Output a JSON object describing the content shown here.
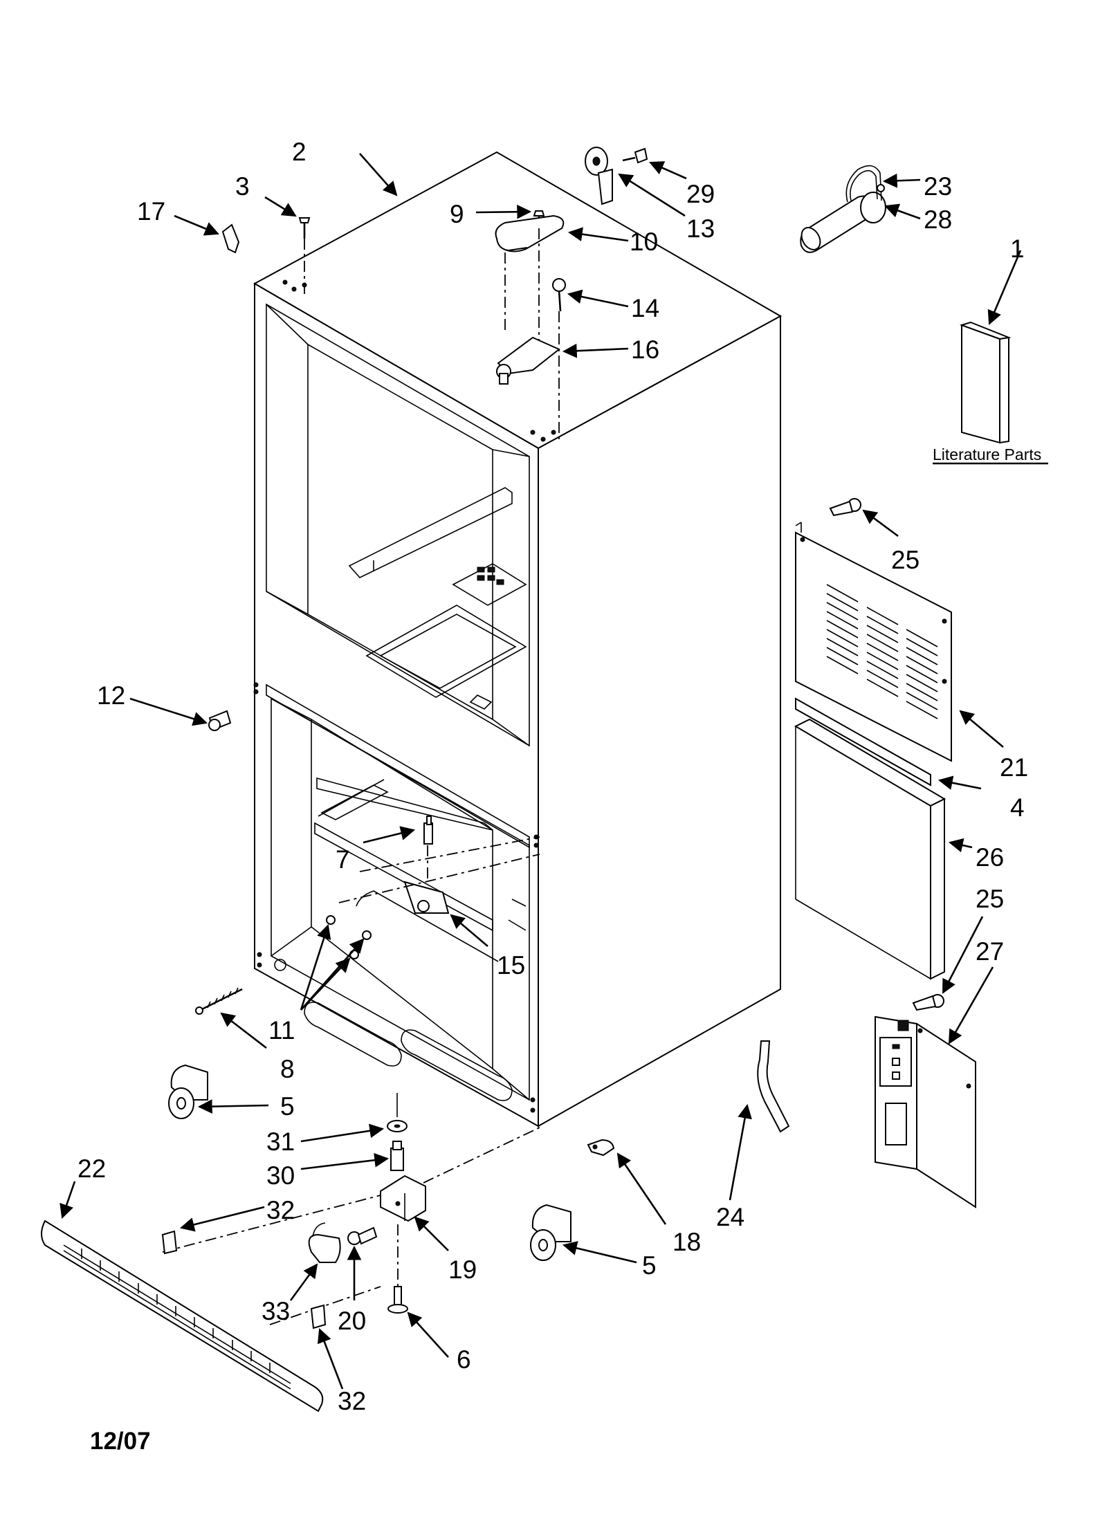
{
  "labels": {
    "l1": "1",
    "l2": "2",
    "l3": "3",
    "l4": "4",
    "l5a": "5",
    "l5b": "5",
    "l6": "6",
    "l7": "7",
    "l8": "8",
    "l9": "9",
    "l10": "10",
    "l11": "11",
    "l12": "12",
    "l13": "13",
    "l14": "14",
    "l15": "15",
    "l16": "16",
    "l17": "17",
    "l18": "18",
    "l19": "19",
    "l20": "20",
    "l21": "21",
    "l22": "22",
    "l23": "23",
    "l24": "24",
    "l25a": "25",
    "l25b": "25",
    "l26": "26",
    "l27": "27",
    "l28": "28",
    "l29": "29",
    "l30": "30",
    "l31": "31",
    "l32a": "32",
    "l32b": "32",
    "l33": "33"
  },
  "literature_label": "Literature Parts",
  "date_code": "12/07"
}
